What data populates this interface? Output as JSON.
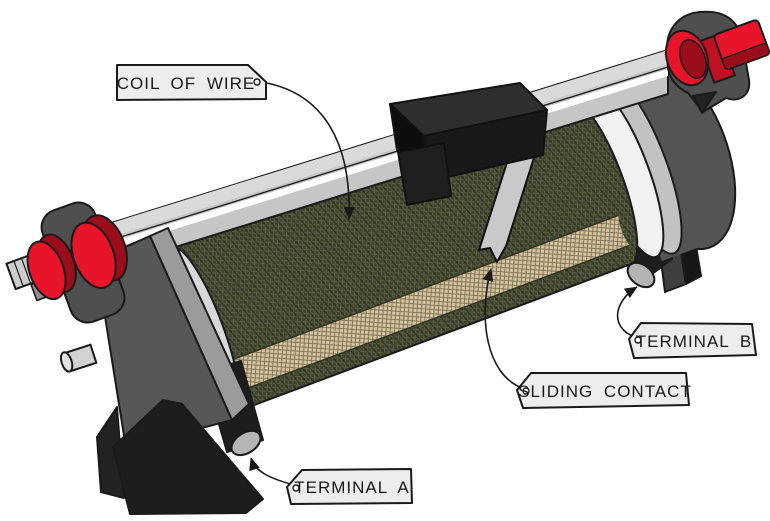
{
  "diagram": {
    "labels": {
      "coil_of_wire": "COIL OF WIRE",
      "sliding_contact": "SLIDING CONTACT",
      "terminal_a": "TERMINAL A",
      "terminal_b": "TERMINAL B"
    },
    "colors": {
      "background": "#ffffff",
      "outline": "#1a1a1a",
      "accent_red": "#e8152a",
      "accent_red_dark": "#9c0d1b",
      "accent_red_mid": "#c01021",
      "coil_body_olive": "#3f432f",
      "coil_band_tan": "#d5c39e",
      "rail_metal_light": "#dadada",
      "rail_metal_mid": "#c6c6c6",
      "housing_gray": "#545454",
      "end_ring_white": "#f1f1f1",
      "end_ring_gray": "#c2c2c2",
      "part_black": "#1d1d1d",
      "strap_gray": "#c9c9c9",
      "tag_fill": "#ededed"
    }
  }
}
